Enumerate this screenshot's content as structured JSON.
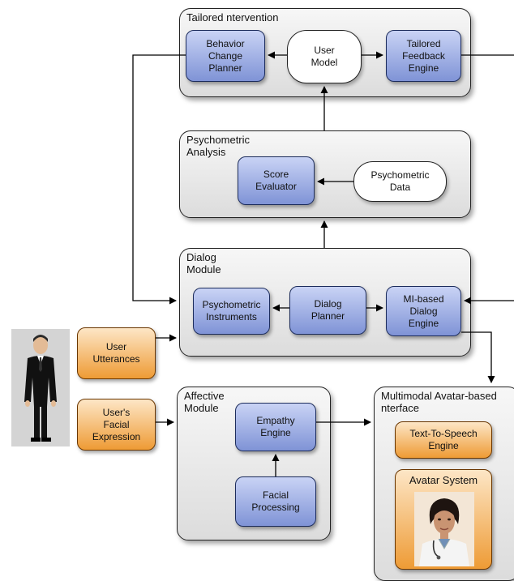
{
  "tailored": {
    "title": "Tailored  ntervention",
    "behavior_planner": "Behavior\nChange\nPlanner",
    "user_model": "User\nModel",
    "feedback_engine": "Tailored\nFeedback\nEngine"
  },
  "psychometric": {
    "title": "Psychometric\nAnalysis",
    "score_evaluator": "Score\nEvaluator",
    "data": "Psychometric\nData"
  },
  "dialog": {
    "title": "Dialog\nModule",
    "instruments": "Psychometric\nInstruments",
    "planner": "Dialog\nPlanner",
    "engine": "MI-based\nDialog\nEngine"
  },
  "inputs": {
    "utterances": "User\nUtterances",
    "facial": "User's\nFacial\nExpression"
  },
  "affective": {
    "title": "Affective\nModule",
    "empathy": "Empathy\nEngine",
    "facial_processing": "Facial\nProcessing"
  },
  "avatar_interface": {
    "title": "Multimodal Avatar-based\n nterface",
    "tts": "Text-To-Speech\nEngine",
    "avatar_system": "Avatar System"
  }
}
